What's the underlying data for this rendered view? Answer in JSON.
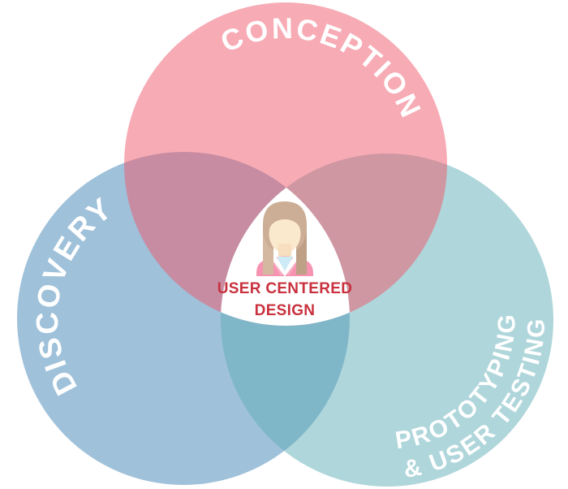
{
  "diagram": {
    "type": "venn-3",
    "background_color": "#FFFFFF",
    "label_text_color": "#FFFFFF",
    "sets": [
      {
        "name": "conception",
        "label": "CONCEPTION",
        "display_color": "#F7ABB4"
      },
      {
        "name": "discovery",
        "label": "DISCOVERY",
        "display_color": "#9FC1DA"
      },
      {
        "name": "prototyping-user-testing",
        "label_line1": "PROTOTYPING",
        "label_line2": "& USER TESTING",
        "display_color": "#AFD6DB"
      }
    ],
    "overlap_colors": {
      "conception_discovery": "#C78CA1",
      "conception_prototyping": "#CF96A2",
      "discovery_prototyping": "#7FB7C8",
      "triple_center": "#FFFFFF"
    },
    "center": {
      "icon": "woman-avatar-icon",
      "label_line1": "USER CENTERED",
      "label_line2": "DESIGN",
      "text_color": "#C8313E"
    }
  }
}
